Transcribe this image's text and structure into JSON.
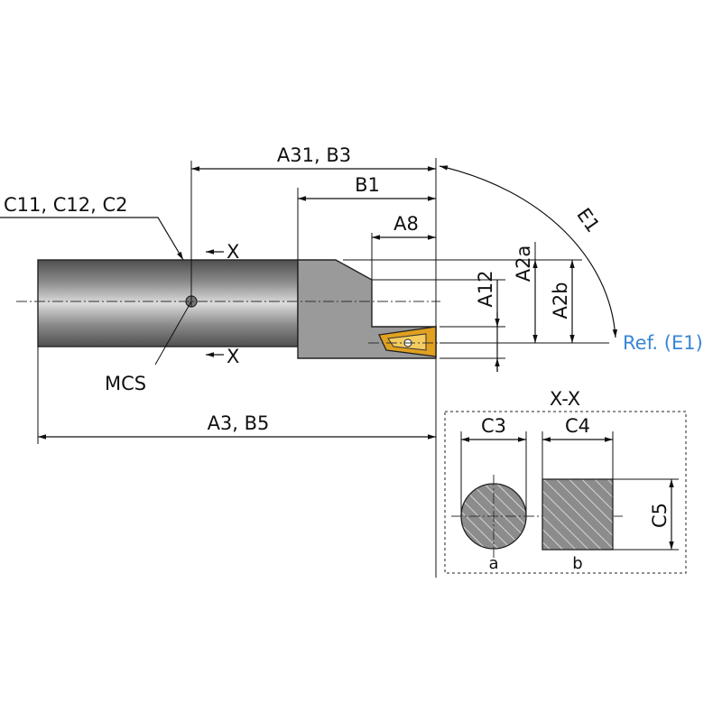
{
  "labels": {
    "a31_b3": "A31, B3",
    "b1": "B1",
    "a8": "A8",
    "c11_c12_c2": "C11, C12, C2",
    "x_top": "X",
    "x_bottom": "X",
    "mcs": "MCS",
    "a3_b5": "A3, B5",
    "a12": "A12",
    "a2a": "A2a",
    "a2b": "A2b",
    "e1": "E1",
    "ref_e1": "Ref. (E1)",
    "section_title": "X-X",
    "c3": "C3",
    "c4": "C4",
    "c5": "C5",
    "section_a": "a",
    "section_b": "b"
  },
  "colors": {
    "ref_text": "#3a86d6",
    "insert": "#e0a020",
    "shank_dark": "#5a5a5a",
    "shank_light": "#d8d8d8",
    "head": "#9a9a9a",
    "hatch_fill": "#8c8c8c"
  }
}
